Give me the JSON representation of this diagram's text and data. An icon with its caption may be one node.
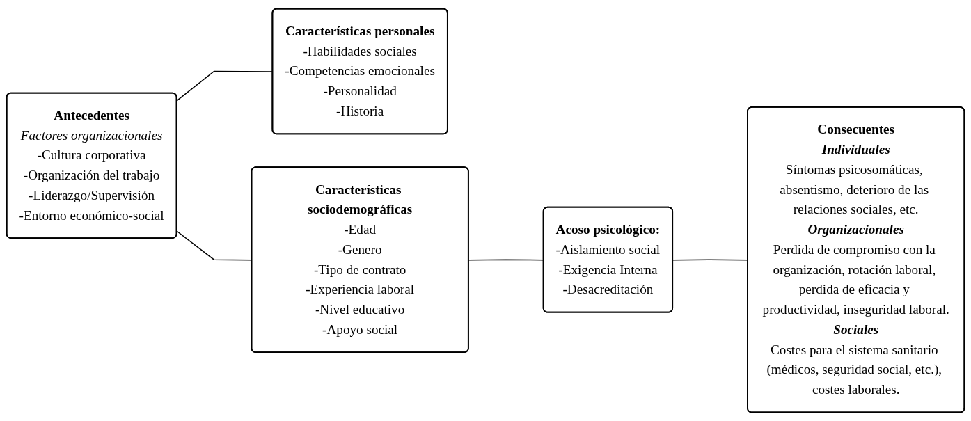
{
  "diagram": {
    "nodes": [
      {
        "text": [
          "Antecedentes",
          "Factores organizacionales",
          "-Cultura corporativa",
          "-Organización del trabajo",
          "-Liderazgo/Supervisión",
          "-Entorno económico-social"
        ]
      },
      {
        "text": [
          "Características personales",
          "-Habilidades sociales",
          "-Competencias emocionales",
          "-Personalidad",
          "-Historia"
        ]
      },
      {
        "text": [
          "Características sociodemográficas",
          "-Edad",
          "-Genero",
          "-Tipo de contrato",
          "-Experiencia laboral",
          "-Nivel educativo",
          "-Apoyo social"
        ]
      },
      {
        "text": [
          "Acoso psicológico:",
          "-Aislamiento social",
          "-Exigencia Interna",
          "-Desacreditación"
        ]
      },
      {
        "text": [
          "Consecuentes",
          "Individuales",
          "Síntomas psicosomáticas, absentismo, deterioro de las relaciones sociales, etc.",
          "Organizacionales",
          "Perdida de compromiso con la organización, rotación laboral, perdida de eficacia y productividad, inseguridad laboral.",
          "Sociales",
          "Costes para el sistema sanitario (médicos, seguridad social, etc.), costes laborales."
        ]
      }
    ],
    "edges": [
      {
        "from": 0,
        "to": 1,
        "arrow": "none"
      },
      {
        "from": 0,
        "to": 2,
        "arrow": "none"
      },
      {
        "from": 2,
        "to": 3,
        "arrow": "none"
      },
      {
        "from": 3,
        "to": 4,
        "arrow": "none"
      }
    ]
  }
}
